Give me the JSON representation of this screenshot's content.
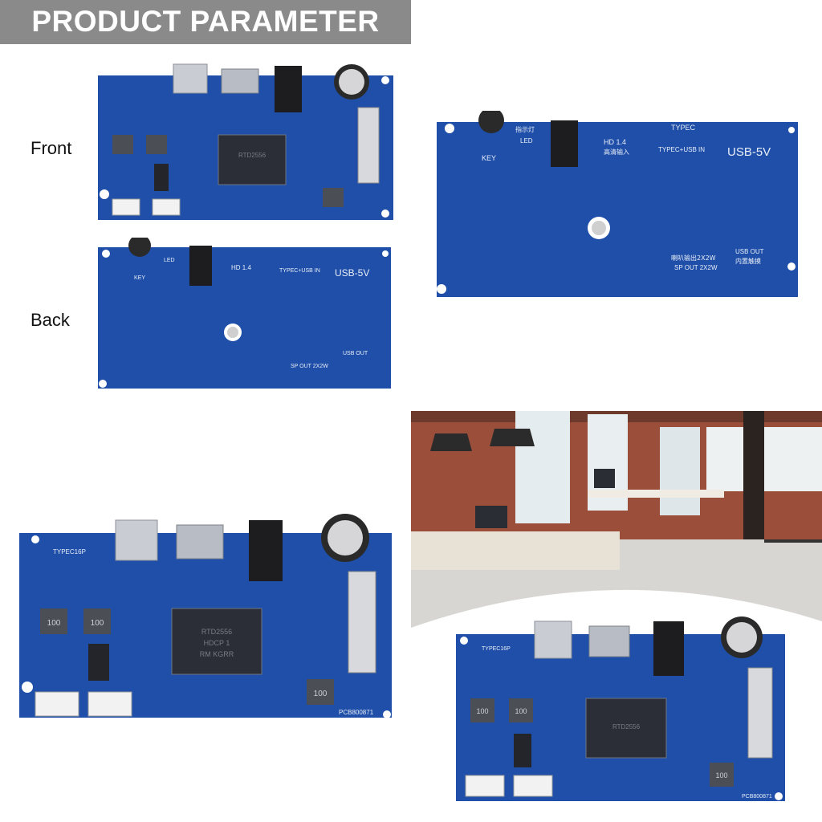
{
  "banner": {
    "title": "PRODUCT PARAMETER"
  },
  "labels": {
    "front": "Front",
    "back": "Back"
  },
  "colors": {
    "banner_bg": "#8a8a8a",
    "pcb_blue": "#1f4fa8",
    "pcb_dark": "#163d85",
    "silkscreen": "#e8eef8"
  },
  "pcb_front": {
    "chip_text": [
      "RTD2556",
      "HDCP 1",
      "RM KGRR"
    ],
    "inductor_text": "100",
    "conn_label": "TYPEC16P",
    "board_id": "PCB800871"
  },
  "pcb_back": {
    "key_label": "KEY",
    "led_label_cn": "指示灯",
    "led_label": "LED",
    "hdmi_label": "HD 1.4",
    "hdmi_cn": "高清输入",
    "typec_label": "TYPEC",
    "typec_usb_in": "TYPEC+USB IN",
    "usb5v": "USB-5V",
    "speaker_cn": "喇叭输出2X2W",
    "speaker_out": "SP OUT 2X2W",
    "usb_out": "USB OUT",
    "touch_cn": "内置触摸"
  }
}
